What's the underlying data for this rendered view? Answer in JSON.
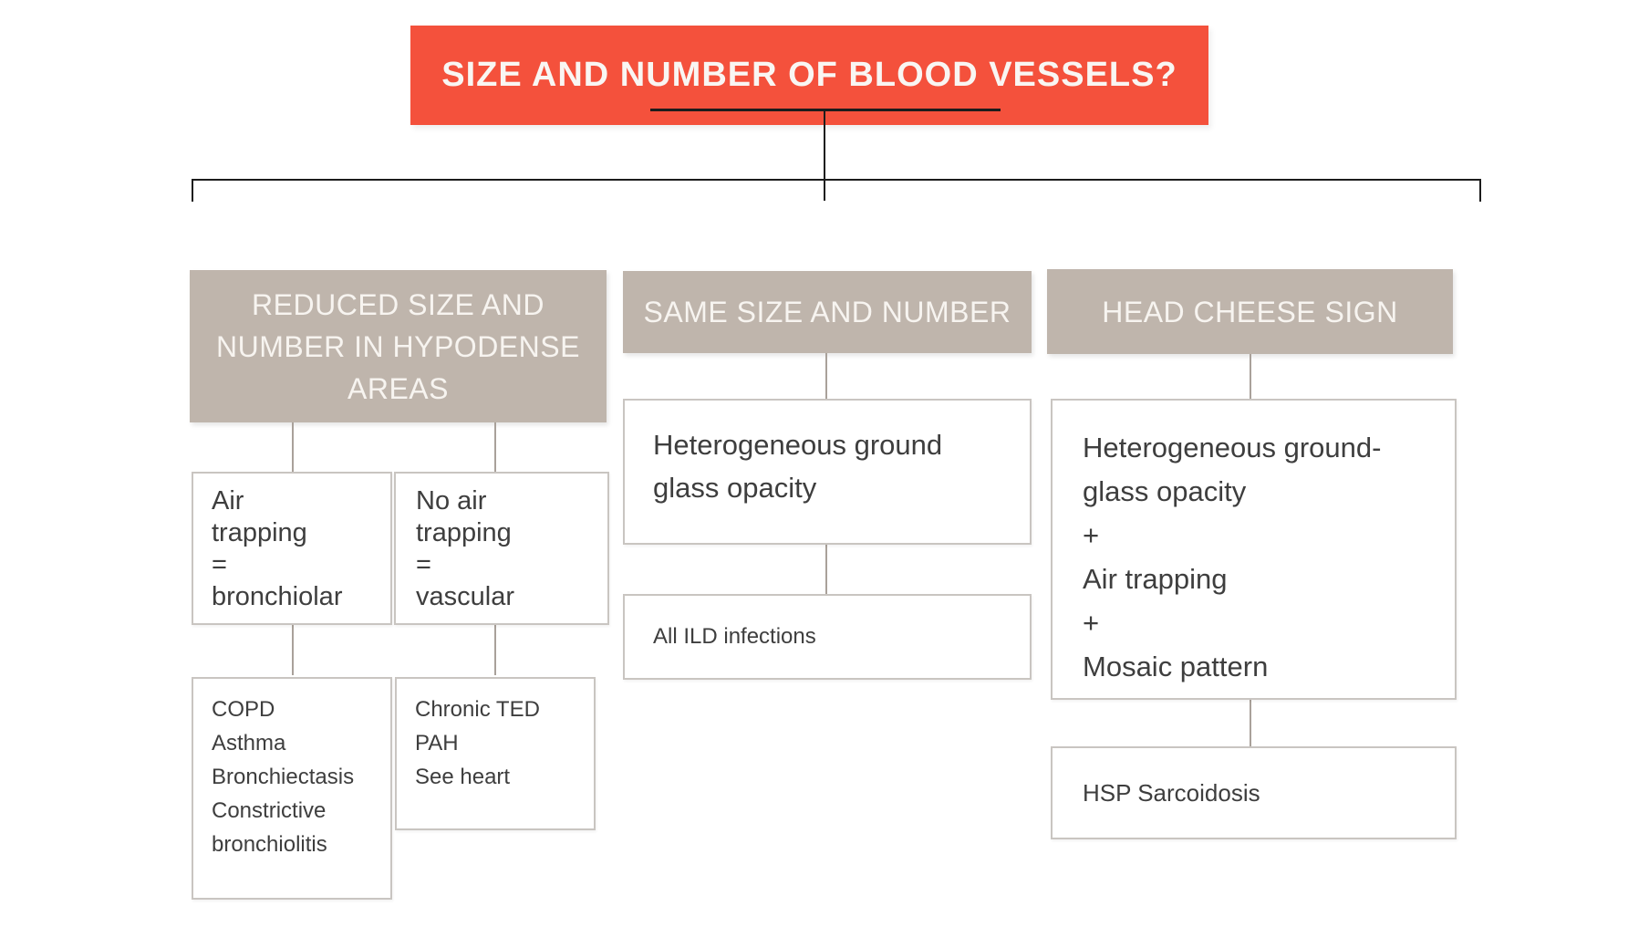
{
  "banner": {
    "title": "SIZE AND NUMBER OF BLOOD VESSELS?"
  },
  "branches": [
    {
      "header_lines": [
        "REDUCED SIZE AND",
        "NUMBER IN HYPODENSE",
        "AREAS"
      ],
      "nodes": [
        {
          "lines": [
            "Air",
            "trapping",
            "=",
            "bronchiolar"
          ]
        },
        {
          "lines": [
            "No air",
            "trapping",
            "=",
            "vascular"
          ]
        },
        {
          "lines": [
            "COPD",
            "Asthma",
            "Bronchiectasis",
            "Constrictive",
            "bronchiolitis"
          ]
        },
        {
          "lines": [
            "Chronic TED",
            "PAH",
            "See heart"
          ]
        }
      ]
    },
    {
      "header_lines": [
        "SAME SIZE AND NUMBER"
      ],
      "nodes": [
        {
          "lines": [
            "Heterogeneous ground",
            "glass opacity"
          ]
        },
        {
          "lines": [
            "All ILD infections"
          ]
        }
      ]
    },
    {
      "header_lines": [
        "HEAD CHEESE SIGN"
      ],
      "nodes": [
        {
          "lines": [
            "Heterogeneous ground-",
            "glass opacity",
            "+",
            "Air trapping",
            "+",
            "Mosaic pattern"
          ]
        },
        {
          "lines": [
            "HSP Sarcoidosis"
          ]
        }
      ]
    }
  ],
  "colors": {
    "background": "#ffffff",
    "banner_bg": "#f4513c",
    "banner_text": "#f9f6f3",
    "header_bg": "#bfb5ac",
    "header_text": "#f7f4f0",
    "node_border": "#c9c5c1",
    "node_text": "#3e3e3e",
    "tree_line": "#1c1c1c",
    "connector_line": "#a9a19a"
  }
}
